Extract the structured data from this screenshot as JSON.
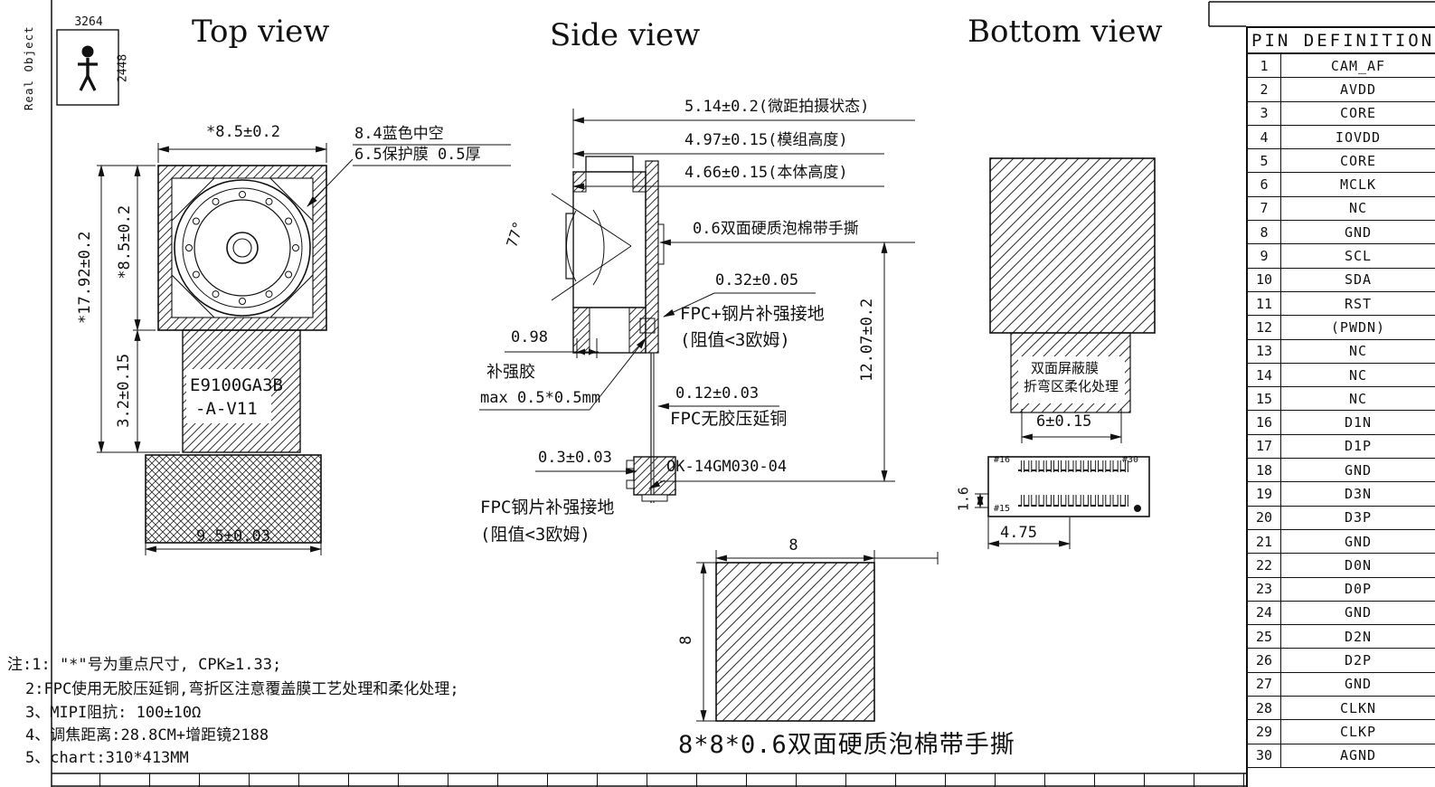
{
  "titles": {
    "top_view": "Top view",
    "side_view": "Side view",
    "bottom_view": "Bottom view"
  },
  "real_object": {
    "label": "Real Object",
    "width": "3264",
    "height": "2448"
  },
  "top_view": {
    "dim_width": "*8.5±0.2",
    "blue_hollow": "8.4蓝色中空",
    "film": "6.5保护膜 0.5厚",
    "dim_height_lens": "*8.5±0.2",
    "dim_total": "*17.92±0.2",
    "dim_fpc": "3.2±0.15",
    "part_no_line1": "E9100GA3B",
    "part_no_line2": "-A-V11",
    "dim_bottom": "9.5±0.03"
  },
  "side_view": {
    "dim_macro": "5.14±0.2(微距拍摄状态)",
    "dim_module_height": "4.97±0.15(模组高度)",
    "dim_body_height": "4.66±0.15(本体高度)",
    "foam_label": "0.6双面硬质泡棉带手撕",
    "angle": "77°",
    "dim_sensor": "0.32±0.05",
    "fpc_steel_top_1": "FPC+钢片补强接地",
    "fpc_steel_top_2": "(阻值<3欧姆)",
    "dim_offset": "0.98",
    "glue_label_1": "补强胶",
    "glue_label_2": "max 0.5*0.5mm",
    "dim_fpc_thickness": "0.12±0.03",
    "fpc_copper": "FPC无胶压延铜",
    "dim_total_height": "12.07±0.2",
    "dim_connector": "0.3±0.03",
    "connector_part": "OK-14GM030-04",
    "fpc_steel_bottom_1": "FPC钢片补强接地",
    "fpc_steel_bottom_2": "(阻值<3欧姆)"
  },
  "bottom_view": {
    "shield_label_1": "双面屏蔽膜",
    "shield_label_2": "折弯区柔化处理",
    "dim_width": "6±0.15",
    "pin_first_top": "#16",
    "pin_last_top": "#30",
    "pin_first_bottom": "#15",
    "dim_pin_row": "1.6",
    "dim_connector_width": "4.75"
  },
  "foam_pad": {
    "dim_w": "8",
    "dim_h": "8",
    "label": "8*8*0.6双面硬质泡棉带手撕"
  },
  "notes": [
    "注:1: \"*\"号为重点尺寸, CPK≥1.33;",
    "2:FPC使用无胶压延铜,弯折区注意覆盖膜工艺处理和柔化处理;",
    "3、MIPI阻抗: 100±10Ω",
    "4、调焦距离:28.8CM+增距镜2188",
    "5、chart:310*413MM"
  ],
  "pin_table": {
    "header": "PIN DEFINITION",
    "pins": [
      {
        "no": "1",
        "name": "CAM_AF"
      },
      {
        "no": "2",
        "name": "AVDD"
      },
      {
        "no": "3",
        "name": "CORE"
      },
      {
        "no": "4",
        "name": "IOVDD"
      },
      {
        "no": "5",
        "name": "CORE"
      },
      {
        "no": "6",
        "name": "MCLK"
      },
      {
        "no": "7",
        "name": "NC"
      },
      {
        "no": "8",
        "name": "GND"
      },
      {
        "no": "9",
        "name": "SCL"
      },
      {
        "no": "10",
        "name": "SDA"
      },
      {
        "no": "11",
        "name": "RST"
      },
      {
        "no": "12",
        "name": "(PWDN)"
      },
      {
        "no": "13",
        "name": "NC"
      },
      {
        "no": "14",
        "name": "NC"
      },
      {
        "no": "15",
        "name": "NC"
      },
      {
        "no": "16",
        "name": "D1N"
      },
      {
        "no": "17",
        "name": "D1P"
      },
      {
        "no": "18",
        "name": "GND"
      },
      {
        "no": "19",
        "name": "D3N"
      },
      {
        "no": "20",
        "name": "D3P"
      },
      {
        "no": "21",
        "name": "GND"
      },
      {
        "no": "22",
        "name": "D0N"
      },
      {
        "no": "23",
        "name": "D0P"
      },
      {
        "no": "24",
        "name": "GND"
      },
      {
        "no": "25",
        "name": "D2N"
      },
      {
        "no": "26",
        "name": "D2P"
      },
      {
        "no": "27",
        "name": "GND"
      },
      {
        "no": "28",
        "name": "CLKN"
      },
      {
        "no": "29",
        "name": "CLKP"
      },
      {
        "no": "30",
        "name": "AGND"
      }
    ]
  }
}
